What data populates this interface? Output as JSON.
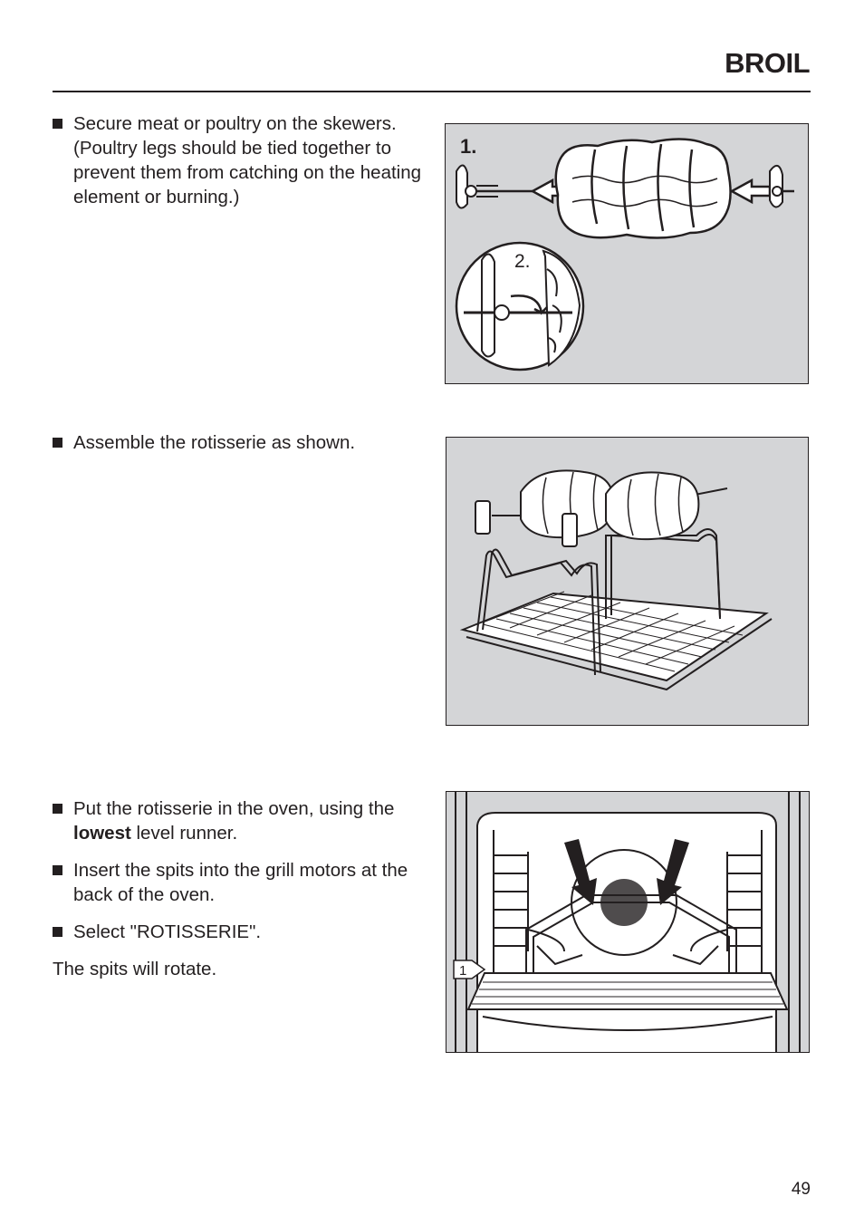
{
  "header": {
    "title": "BROIL"
  },
  "sections": [
    {
      "bullets": [
        {
          "text": "Secure meat or poultry on the skewers."
        },
        {
          "text": "(Poultry legs should be tied together to prevent them from catching on the heating element or burning.)"
        }
      ],
      "figure": {
        "step_labels": [
          "1.",
          "2."
        ]
      }
    },
    {
      "bullets": [
        {
          "text": "Assemble the rotisserie as shown."
        }
      ]
    },
    {
      "bullets": [
        {
          "before": "Put the rotisserie in the oven, using the ",
          "bold": "lowest",
          "after": " level runner."
        },
        {
          "text": "Insert the spits into the grill motors at the back of the oven."
        },
        {
          "text": "Select \"ROTISSERIE\"."
        }
      ],
      "note": "The spits will rotate.",
      "figure": {
        "runner_label": "1"
      }
    }
  ],
  "footer": {
    "page_number": "49"
  }
}
